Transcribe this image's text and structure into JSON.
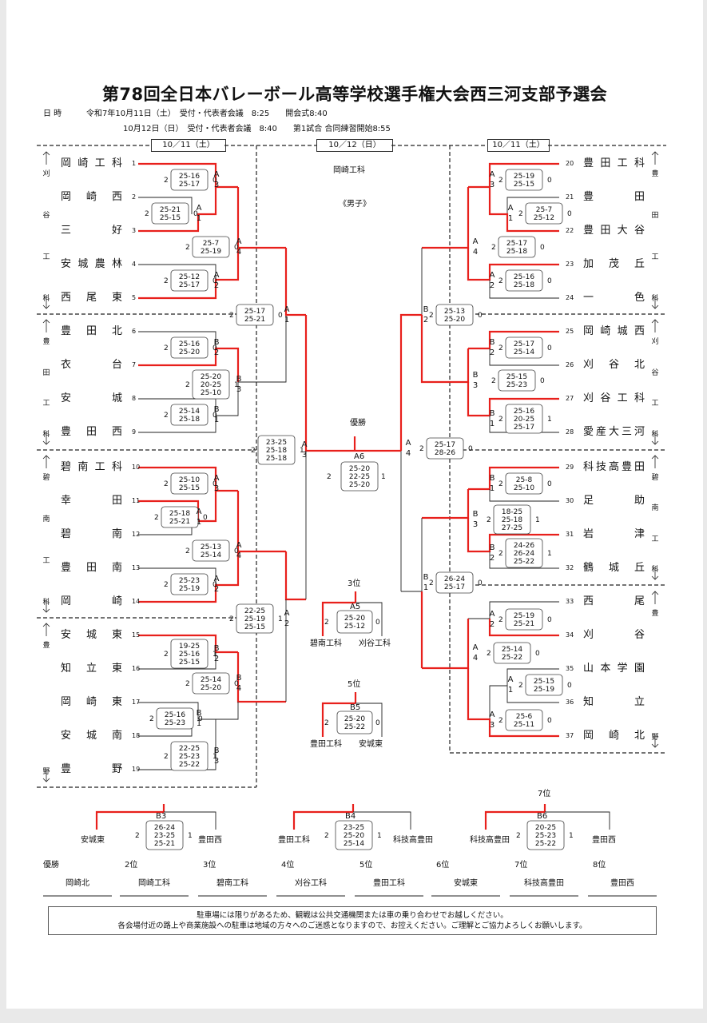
{
  "title": "第78回全日本バレーボール高等学校選手権大会西三河支部予選会",
  "schedule": {
    "label": "日 時",
    "line1": "令和7年10月11日（土）　受付・代表者会議　8:25　　開会式8:40",
    "line2": "10月12日（日）　受付・代表者会議　8:40　　第1試合 合同練習開始8:55"
  },
  "dates": {
    "left": "10／11（土）",
    "center": "10／12（日）",
    "right": "10／11（土）"
  },
  "venue": "岡崎工科",
  "category": "《男子》",
  "final_label": "優勝",
  "third_label": "3位",
  "fifth_label": "5位",
  "seventh_label": "7位",
  "regions": {
    "left1": [
      "刈",
      "谷",
      "工",
      "科"
    ],
    "left2": [
      "豊",
      "田",
      "工",
      "科"
    ],
    "left3": [
      "碧",
      "南",
      "工",
      "科"
    ],
    "left4": [
      "豊",
      "野"
    ],
    "right1": [
      "豊",
      "田",
      "工",
      "科"
    ],
    "right2": [
      "刈",
      "谷",
      "工",
      "科"
    ],
    "right3": [
      "碧",
      "南",
      "工",
      "科"
    ],
    "right4": [
      "豊",
      "野"
    ]
  },
  "left_teams": [
    {
      "no": "1",
      "name": "岡崎工科"
    },
    {
      "no": "2",
      "name": "岡崎西"
    },
    {
      "no": "3",
      "name": "三好"
    },
    {
      "no": "4",
      "name": "安城農林"
    },
    {
      "no": "5",
      "name": "西尾東"
    },
    {
      "no": "6",
      "name": "豊田北"
    },
    {
      "no": "7",
      "name": "衣台"
    },
    {
      "no": "8",
      "name": "安城"
    },
    {
      "no": "9",
      "name": "豊田西"
    },
    {
      "no": "10",
      "name": "碧南工科"
    },
    {
      "no": "11",
      "name": "幸田"
    },
    {
      "no": "12",
      "name": "碧南"
    },
    {
      "no": "13",
      "name": "豊田南"
    },
    {
      "no": "14",
      "name": "岡崎"
    },
    {
      "no": "15",
      "name": "安城東"
    },
    {
      "no": "16",
      "name": "知立東"
    },
    {
      "no": "17",
      "name": "岡崎東"
    },
    {
      "no": "18",
      "name": "安城南"
    },
    {
      "no": "19",
      "name": "豊野"
    }
  ],
  "right_teams": [
    {
      "no": "20",
      "name": "豊田工科"
    },
    {
      "no": "21",
      "name": "豊田"
    },
    {
      "no": "22",
      "name": "豊田大谷"
    },
    {
      "no": "23",
      "name": "加茂丘"
    },
    {
      "no": "24",
      "name": "一色"
    },
    {
      "no": "25",
      "name": "岡崎城西"
    },
    {
      "no": "26",
      "name": "刈谷北"
    },
    {
      "no": "27",
      "name": "刈谷工科"
    },
    {
      "no": "28",
      "name": "愛産大三河"
    },
    {
      "no": "29",
      "name": "科技高豊田"
    },
    {
      "no": "30",
      "name": "足助"
    },
    {
      "no": "31",
      "name": "岩津"
    },
    {
      "no": "32",
      "name": "鶴城丘"
    },
    {
      "no": "33",
      "name": "西尾"
    },
    {
      "no": "34",
      "name": "刈谷"
    },
    {
      "no": "35",
      "name": "山本学園"
    },
    {
      "no": "36",
      "name": "知立"
    },
    {
      "no": "37",
      "name": "岡崎北"
    }
  ],
  "matches": [
    {
      "code": [
        "A",
        "3"
      ],
      "sets": [
        "25-16",
        "25-17"
      ],
      "l": "2",
      "r": "0"
    },
    {
      "code": [
        "A",
        "1"
      ],
      "sets": [
        "25-21",
        "25-15"
      ],
      "l": "2",
      "r": "0"
    },
    {
      "code": [
        "A",
        "4"
      ],
      "sets": [
        "25-7",
        "25-19"
      ],
      "l": "2",
      "r": "0"
    },
    {
      "code": [
        "A",
        "2"
      ],
      "sets": [
        "25-12",
        "25-17"
      ],
      "l": "2",
      "r": "0"
    },
    {
      "code": [
        "A",
        "1"
      ],
      "sets": [
        "25-17",
        "25-21"
      ],
      "l": "2",
      "r": "0"
    },
    {
      "code": [
        "B",
        "2"
      ],
      "sets": [
        "25-16",
        "25-20"
      ],
      "l": "2",
      "r": "0"
    },
    {
      "code": [
        "B",
        "3"
      ],
      "sets": [
        "25-20",
        "20-25",
        "25-10"
      ],
      "l": "2",
      "r": "1"
    },
    {
      "code": [
        "B",
        "1"
      ],
      "sets": [
        "25-14",
        "25-18"
      ],
      "l": "2",
      "r": "0"
    },
    {
      "code": [
        "A",
        "3"
      ],
      "sets": [
        "23-25",
        "25-18",
        "25-18"
      ],
      "l": "2",
      "r": "1"
    },
    {
      "code": [
        "A",
        "3"
      ],
      "sets": [
        "25-10",
        "25-15"
      ],
      "l": "2",
      "r": "0"
    },
    {
      "code": [
        "A",
        "1"
      ],
      "sets": [
        "25-18",
        "25-21"
      ],
      "l": "2",
      "r": "0"
    },
    {
      "code": [
        "A",
        "4"
      ],
      "sets": [
        "25-13",
        "25-14"
      ],
      "l": "2",
      "r": "0"
    },
    {
      "code": [
        "A",
        "2"
      ],
      "sets": [
        "25-23",
        "25-19"
      ],
      "l": "2",
      "r": "0"
    },
    {
      "code": [
        "A",
        "2"
      ],
      "sets": [
        "22-25",
        "25-19",
        "25-15"
      ],
      "l": "2",
      "r": "1"
    },
    {
      "code": [
        "B",
        "2"
      ],
      "sets": [
        "19-25",
        "25-16",
        "25-15"
      ],
      "l": "2",
      "r": "1"
    },
    {
      "code": [
        "B",
        "4"
      ],
      "sets": [
        "25-14",
        "25-20"
      ],
      "l": "2",
      "r": "0"
    },
    {
      "code": [
        "B",
        "1"
      ],
      "sets": [
        "25-16",
        "25-23"
      ],
      "l": "2",
      "r": "0"
    },
    {
      "code": [
        "B",
        "3"
      ],
      "sets": [
        "22-25",
        "25-23",
        "25-22"
      ],
      "l": "2",
      "r": "1"
    },
    {
      "code": [
        "A",
        "3"
      ],
      "sets": [
        "25-19",
        "25-15"
      ],
      "l": "2",
      "r": "0"
    },
    {
      "code": [
        "A",
        "1"
      ],
      "sets": [
        "25-7",
        "25-12"
      ],
      "l": "2",
      "r": "0"
    },
    {
      "code": [
        "A",
        "4"
      ],
      "sets": [
        "25-17",
        "25-18"
      ],
      "l": "2",
      "r": "0"
    },
    {
      "code": [
        "A",
        "2"
      ],
      "sets": [
        "25-16",
        "25-18"
      ],
      "l": "2",
      "r": "0"
    },
    {
      "code": [
        "B",
        "2"
      ],
      "sets": [
        "25-13",
        "25-20"
      ],
      "l": "2",
      "r": "0"
    },
    {
      "code": [
        "B",
        "2"
      ],
      "sets": [
        "25-17",
        "25-14"
      ],
      "l": "2",
      "r": "0"
    },
    {
      "code": [
        "B",
        "3"
      ],
      "sets": [
        "25-15",
        "25-23"
      ],
      "l": "2",
      "r": "0"
    },
    {
      "code": [
        "B",
        "1"
      ],
      "sets": [
        "25-16",
        "20-25",
        "25-17"
      ],
      "l": "2",
      "r": "1"
    },
    {
      "code": [
        "A",
        "4"
      ],
      "sets": [
        "25-17",
        "28-26"
      ],
      "l": "2",
      "r": "0"
    },
    {
      "code": [
        "B",
        "1"
      ],
      "sets": [
        "25-8",
        "25-10"
      ],
      "l": "2",
      "r": "0"
    },
    {
      "code": [
        "B",
        "3"
      ],
      "sets": [
        "18-25",
        "25-18",
        "27-25"
      ],
      "l": "2",
      "r": "1"
    },
    {
      "code": [
        "B",
        "2"
      ],
      "sets": [
        "24-26",
        "26-24",
        "25-22"
      ],
      "l": "2",
      "r": "1"
    },
    {
      "code": [
        "B",
        "1"
      ],
      "sets": [
        "26-24",
        "25-17"
      ],
      "l": "2",
      "r": "0"
    },
    {
      "code": [
        "A",
        "2"
      ],
      "sets": [
        "25-19",
        "25-21"
      ],
      "l": "2",
      "r": "0"
    },
    {
      "code": [
        "A",
        "4"
      ],
      "sets": [
        "25-14",
        "25-22"
      ],
      "l": "2",
      "r": "0"
    },
    {
      "code": [
        "A",
        "1"
      ],
      "sets": [
        "25-15",
        "25-19"
      ],
      "l": "2",
      "r": "0"
    },
    {
      "code": [
        "A",
        "3"
      ],
      "sets": [
        "25-6",
        "25-11"
      ],
      "l": "2",
      "r": "0"
    }
  ],
  "final": {
    "code": "A6",
    "sets": [
      "25-20",
      "22-25",
      "25-20"
    ],
    "l": "2",
    "r": "1"
  },
  "third": {
    "code": "A5",
    "sets": [
      "25-20",
      "25-12"
    ],
    "l": "2",
    "r": "0",
    "left_team": "碧南工科",
    "right_team": "刈谷工科"
  },
  "fifth": {
    "code": "B5",
    "sets": [
      "25-20",
      "25-22"
    ],
    "l": "2",
    "r": "0",
    "left_team": "豊田工科",
    "right_team": "安城東"
  },
  "consolation": [
    {
      "code": "B3",
      "sets": [
        "26-24",
        "23-25",
        "25-21"
      ],
      "l": "2",
      "r": "1",
      "left_team": "安城東",
      "right_team": "豊田西"
    },
    {
      "code": "B4",
      "sets": [
        "23-25",
        "25-20",
        "25-14"
      ],
      "l": "2",
      "r": "1",
      "left_team": "豊田工科",
      "right_team": "科技高豊田"
    },
    {
      "code": "B6",
      "sets": [
        "20-25",
        "25-23",
        "25-22"
      ],
      "l": "2",
      "r": "1",
      "left_team": "科技高豊田",
      "right_team": "豊田西"
    }
  ],
  "results": [
    {
      "place": "優勝",
      "team": "岡崎北"
    },
    {
      "place": "2位",
      "team": "岡崎工科"
    },
    {
      "place": "3位",
      "team": "碧南工科"
    },
    {
      "place": "4位",
      "team": "刈谷工科"
    },
    {
      "place": "5位",
      "team": "豊田工科"
    },
    {
      "place": "6位",
      "team": "安城東"
    },
    {
      "place": "7位",
      "team": "科技高豊田"
    },
    {
      "place": "8位",
      "team": "豊田西"
    }
  ],
  "notice": {
    "line1": "駐車場には限りがあるため、観戦は公共交通機関または車の乗り合わせでお越しください。",
    "line2": "各会場付近の路上や商業施設への駐車は地域の方々へのご迷惑となりますので、お控えください。ご理解とご協力よろしくお願いします。"
  },
  "colors": {
    "win": "#e8201c",
    "line": "#222222"
  }
}
